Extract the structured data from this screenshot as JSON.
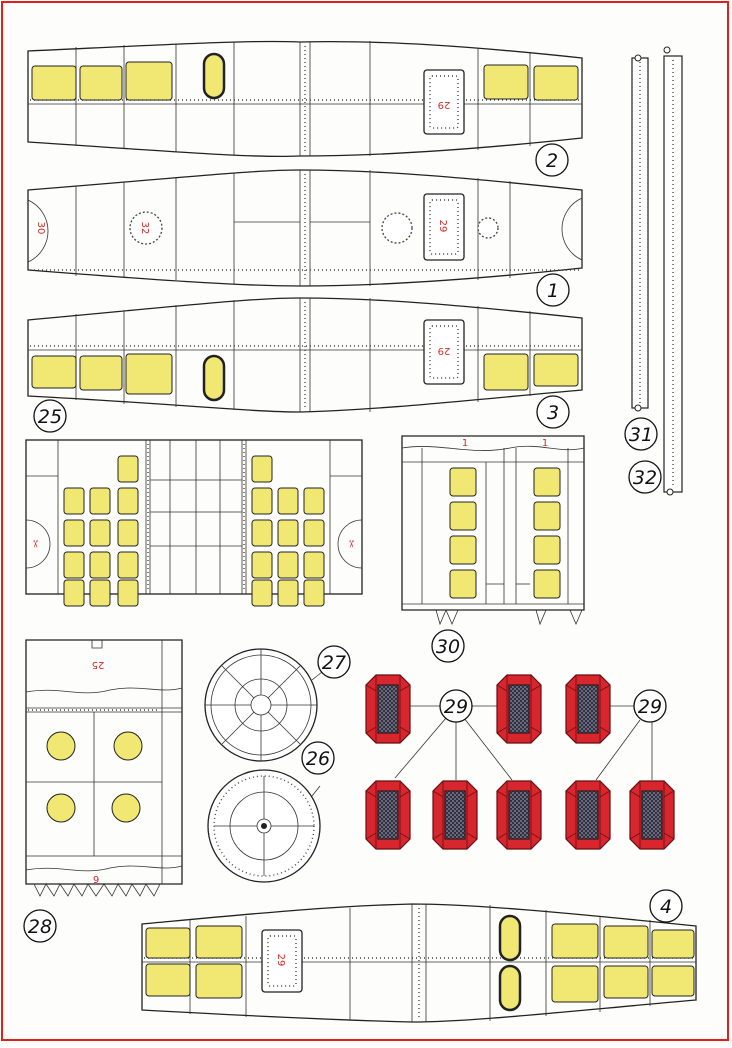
{
  "sheet": {
    "part_numbers": {
      "p1": "1",
      "p2": "2",
      "p3": "3",
      "p4": "4",
      "p25": "25",
      "p26": "26",
      "p27": "27",
      "p28": "28",
      "p29a": "29",
      "p29b": "29",
      "p30": "30",
      "p31": "31",
      "p32": "32"
    },
    "printed_labels": {
      "hatch_29_on_2": "29",
      "hatch_29_on_1": "29",
      "hatch_29_on_3": "29",
      "hatch_29_on_4": "29",
      "circle_30_on_1": "30",
      "circle_32_on_1": "32",
      "tab_1_left_on_30": "1",
      "tab_1_right_on_30": "1",
      "tab_25_on_28": "25",
      "tab_6_on_28": "6"
    },
    "colors": {
      "window_yellow": "#f0e872",
      "hatch_red": "#d8262e",
      "border_red": "#e0201c",
      "label_red": "#d42a2a"
    }
  }
}
